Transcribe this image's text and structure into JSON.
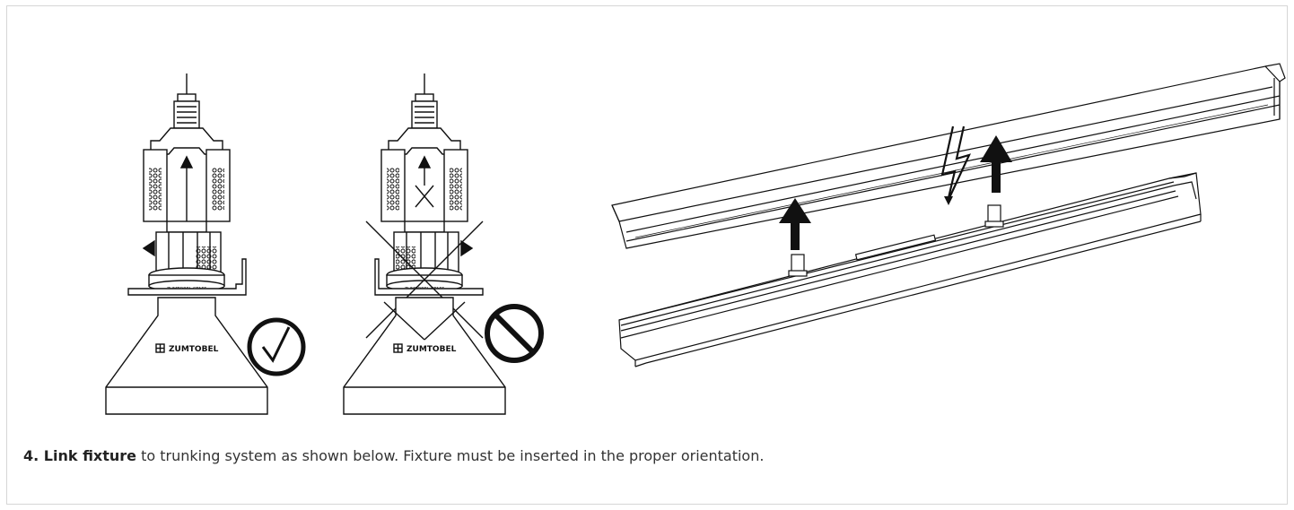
{
  "figure": {
    "fixture_brand_left": "ZUMTOBEL",
    "fixture_brand_right": "ZUMTOBEL",
    "adapter_marking_left": "ZUMTOBEL STAFF",
    "adapter_marking_right": "ZUMTOBEL STAFF",
    "correct_symbol": "check-mark",
    "incorrect_symbol": "prohibited-sign"
  },
  "instruction": {
    "step_label": "4. Link fixture",
    "text": " to trunking system as shown below. Fixture must be inserted in the proper orientation."
  }
}
